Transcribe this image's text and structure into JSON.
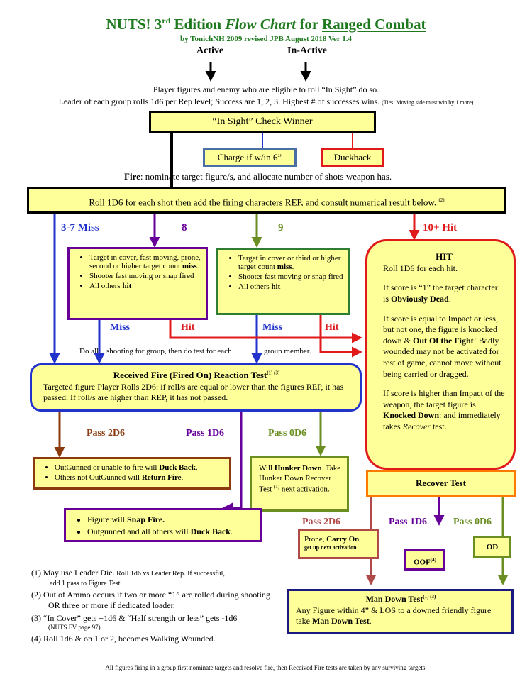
{
  "header": {
    "title_a": "NUTS! 3",
    "title_sup": "rd",
    "title_b": " Edition ",
    "title_c": "Flow Chart",
    "title_d": " for ",
    "title_e": "Ranged Combat",
    "byline": "by TonichNH 2009 revised JPB August 2018  Ver 1.4",
    "active": "Active",
    "inactive": "In-Active"
  },
  "intro": {
    "line1": "Player figures and enemy who are eligible to roll “In Sight” do so.",
    "line2": "Leader of each group rolls 1d6 per Rep level; Success are 1, 2, 3. Highest # of successes wins.",
    "tie_note": "(Ties:  Moving side must win by 1 more)"
  },
  "in_sight": "“In Sight” Check Winner",
  "charge": "Charge if w/in 6”",
  "duckback": "Duckback",
  "fire_line": {
    "bold": "Fire",
    "rest": ": nominate target figure/s, and allocate number of shots weapon has."
  },
  "roll_box": {
    "pre": "Roll 1D6 for ",
    "each": "each",
    "post": " shot then add the firing characters REP, and consult numerical result below.",
    "note": "(2)"
  },
  "results": {
    "miss": "3-7 Miss",
    "r8": "8",
    "r9": "9",
    "hit10": "10+ Hit"
  },
  "box8": {
    "item1_pre": "Target in cover, fast moving, prone, second or higher target count ",
    "item1_bold": "miss",
    "item1_post": ".",
    "item2": "Shooter fast moving or snap fired",
    "item3_pre": "All others ",
    "item3_bold": "hit"
  },
  "box9": {
    "item1_pre": "Target in cover or third or higher target count ",
    "item1_bold": "miss",
    "item1_post": ".",
    "item2": "Shooter fast moving or snap fired",
    "item3_pre": "All others ",
    "item3_bold": "hit"
  },
  "miss_label": "Miss",
  "hit_label": "Hit",
  "do_all_a": "Do all",
  "do_all_b": "shooting for group, then do test for each",
  "do_all_c": "group member.",
  "hit_box": {
    "title": "HIT",
    "p1_pre": "Roll 1D6 for ",
    "p1_u": "each",
    "p1_post": " hit.",
    "p2_pre": "If score is “1” the target character is ",
    "p2_bold": "Obviously Dead",
    "p2_post": ".",
    "p3_pre": "If score is equal to Impact or less, but not one, the figure is knocked down & ",
    "p3_bold": "Out Of the Fight",
    "p3_post": "! Badly wounded may not be activated for rest of game, cannot move without being carried or dragged.",
    "p4_pre": "If score is higher than Impact of the weapon, the target figure is ",
    "p4_bold": "Knocked Down",
    "p4_mid": ": and ",
    "p4_u": "immediately",
    "p4_mid2": " takes ",
    "p4_it": "Recover",
    "p4_post": " test."
  },
  "received": {
    "title": "Received Fire (Fired On) Reaction Test",
    "note": "(1) (3)",
    "body": "Targeted figure Player Rolls 2D6: if roll/s are equal or lower than the figures REP, it has passed.  If roll/s are higher than REP, it has not passed."
  },
  "pass": {
    "p2": "Pass 2D6",
    "p1": "Pass 1D6",
    "p0": "Pass 0D6"
  },
  "pass2_box": {
    "i1_pre": "OutGunned or unable to fire will ",
    "i1_bold": "Duck Back",
    "i1_post": ".",
    "i2_pre": "Others not OutGunned will ",
    "i2_bold": "Return Fire",
    "i2_post": "."
  },
  "hunker_box": {
    "pre": "Will ",
    "bold": "Hunker Down",
    "mid": ". Take Hunker Down Recover Test",
    "note": "(1)",
    "post": " next activation."
  },
  "snap_box": {
    "i1_pre": "Figure will ",
    "i1_bold": "Snap Fire.",
    "i2_pre": "Outgunned and all others will ",
    "i2_bold": "Duck Back",
    "i2_post": "."
  },
  "recover": "Recover Test",
  "carry_box": {
    "pre": "Prone, ",
    "bold": "Carry On",
    "sub": "get up next activation"
  },
  "oof": "OOF",
  "oof_note": "(4)",
  "od": "OD",
  "mandown": {
    "title": "Man Down Test",
    "note": "(1) (3)",
    "pre": "Any Figure within 4” & LOS to a downed friendly figure take ",
    "bold": "Man Down Test",
    "post": "."
  },
  "footnotes": {
    "f1_a": "(1)  May use Leader Die.",
    "f1_b": " Roll 1d6 vs Leader Rep. If successful,",
    "f1_c": "add 1 pass to Figure Test.",
    "f2": "(2)  Out of Ammo occurs if two or more “1” are rolled during shooting OR three or more if dedicated loader.",
    "f3": "(3)  “In Cover” gets +1d6 & “Half strength or less” gets  -1d6",
    "f3_sub": "(NUTS FV page 97)",
    "f4": "(4)  Roll 1d6 & on 1 or 2, becomes Walking Wounded."
  },
  "bottom": "All figures firing in a group first nominate targets and resolve fire, then Received Fire tests are taken by any surviving targets.",
  "colors": {
    "title_green": "#1f7a1f",
    "box_yellow": "#ffff99",
    "blue": "#2233cc",
    "purple": "#660099",
    "olive": "#6b8e23",
    "red": "#e01a1a",
    "brown": "#8b3a0e",
    "recover_orange": "#ff7a00"
  }
}
